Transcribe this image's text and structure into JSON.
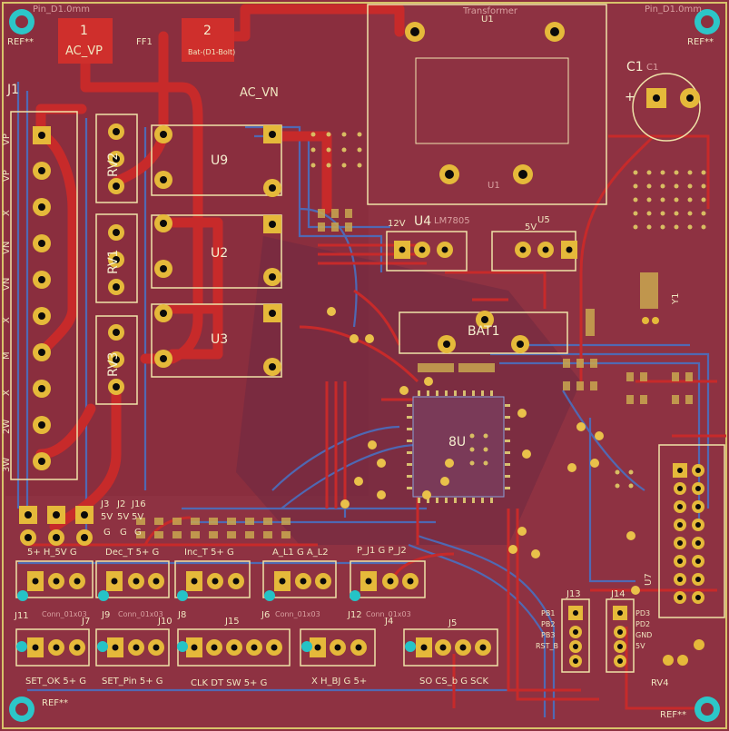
{
  "labels": {
    "u1_value": "Transformer",
    "u1_ref": "U1",
    "u1_ref_bottom": "U1",
    "ref_tl": "REF**",
    "ref_tr": "REF**",
    "ref_bl": "REF**",
    "ref_br": "REF**",
    "pin_tl": "Pin_D1.0mm",
    "pin_tr": "Pin_D1.0mm",
    "fuse_ref": "FF1",
    "fuse_pad1_num": "1",
    "fuse_pad1_name": "AC_VP",
    "fuse_pad2_num": "2",
    "fuse_pad2_name": "Bat-(D1-Bolt)",
    "ac_vn": "AC_VN",
    "c1": "C1",
    "c1_val": "C1",
    "c1_plus": "+",
    "j1": "J1",
    "rv1": "RV1",
    "rv2": "RV2",
    "rv3": "RV3",
    "u2": "U2",
    "u3": "U3",
    "u9": "U9",
    "u4": "U4",
    "u4_val": "LM7805",
    "u4_net": "12V",
    "u5": "U5",
    "u5_net": "5V",
    "bat1": "BAT1",
    "y1": "Y1",
    "u7": "U7",
    "rv4": "RV4",
    "u8": "8U",
    "j13": "J13",
    "j14": "J14",
    "j13_pins": [
      "PB1",
      "PB2",
      "PB3",
      "RST_B"
    ],
    "j14_pins": [
      "PD3",
      "PD2",
      "GND",
      "5V"
    ],
    "j_top": [
      "J3",
      "J2",
      "J16"
    ],
    "j_top_v": [
      "5V",
      "5V",
      "5V"
    ],
    "j_top_g": [
      "G",
      "G",
      "G"
    ],
    "j_row1_names": [
      "J11",
      "J9",
      "J8",
      "J6",
      "J12"
    ],
    "j_row1_label": [
      "5+ H_5V G",
      "Dec_T 5+ G",
      "Inc_T 5+ G",
      "A_L1 G A_L2",
      "P_J1 G P_J2"
    ],
    "j_row2_refs": [
      "J7",
      "J10",
      "J15",
      "J4",
      "J5"
    ],
    "j_row2_label": [
      "SET_OK 5+ G",
      "SET_Pin 5+ G",
      "CLK DT SW 5+ G",
      "X H_BJ G 5+",
      "SO CS_b G SCK"
    ],
    "conn_ref": "Conn_01x03",
    "j1_left": [
      "VP",
      "VP",
      "X",
      "VN",
      "VN",
      "X",
      "M",
      "X",
      "2W",
      "3W"
    ]
  }
}
